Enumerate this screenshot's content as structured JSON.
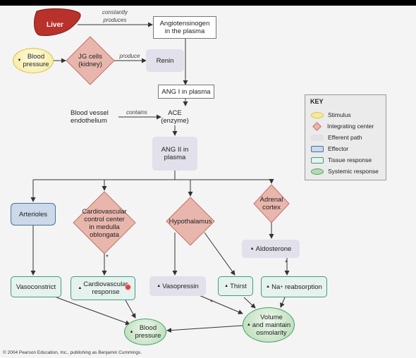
{
  "nodes": {
    "liver": "Liver",
    "angiotensinogen": "Angiotensinogen\nin the plasma",
    "blood_pressure_down": "Blood\npressure",
    "jg_cells": "JG cells\n(kidney)",
    "renin": "Renin",
    "ang1": "ANG I in plasma",
    "blood_vessel": "Blood vessel\nendothelium",
    "ace": "ACE\n(enzyme)",
    "ang2": "ANG II in\nplasma",
    "arterioles": "Arterioles",
    "cardio_center": "Cardiovascular\ncontrol center\nin medulla\noblongata",
    "hypothalamus": "Hypothalamus",
    "adrenal_cortex": "Adrenal\ncortex",
    "aldosterone": "Aldosterone",
    "vasoconstrict": "Vasoconstrict",
    "cardio_response": "Cardiovascular\nresponse",
    "vasopressin": "Vasopressin",
    "thirst": "Thirst",
    "na_reabsorption": "Na",
    "na_sup": "+",
    "na_rest": " reabsorption",
    "volume_osm": "Volume\nand maintain\nosmolarity",
    "blood_pressure_up": "Blood\npressure"
  },
  "edge_labels": {
    "constantly_produces": "constantly\nproduces",
    "produce": "produce",
    "contains": "contains"
  },
  "key": {
    "title": "KEY",
    "items": [
      "Stimulus",
      "Integrating center",
      "Efferent path",
      "Effector",
      "Tissue response",
      "Systemic response"
    ]
  },
  "stars": [
    "*",
    "*",
    "*"
  ],
  "copyright": "© 2004 Pearson Education, Inc., publishing as Benjamin Cummings.",
  "colors": {
    "liver": "#b8312a",
    "integrating": "#e8b6ad",
    "efferent": "#e2e0ea",
    "effector": "#cbd9ea",
    "tissue": "#e5f2ed",
    "systemic": "#b5d9b3",
    "stimulus": "#f5ea9a"
  }
}
